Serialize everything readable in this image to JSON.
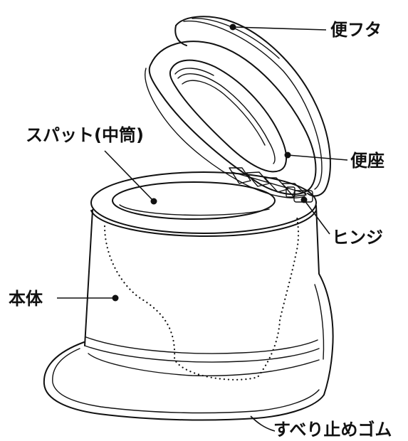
{
  "labels": {
    "lid": "便フタ",
    "seat": "便座",
    "spout": "スパット(中筒)",
    "hinge": "ヒンジ",
    "body": "本体",
    "anti_slip_rubber": "すべり止めゴム"
  }
}
